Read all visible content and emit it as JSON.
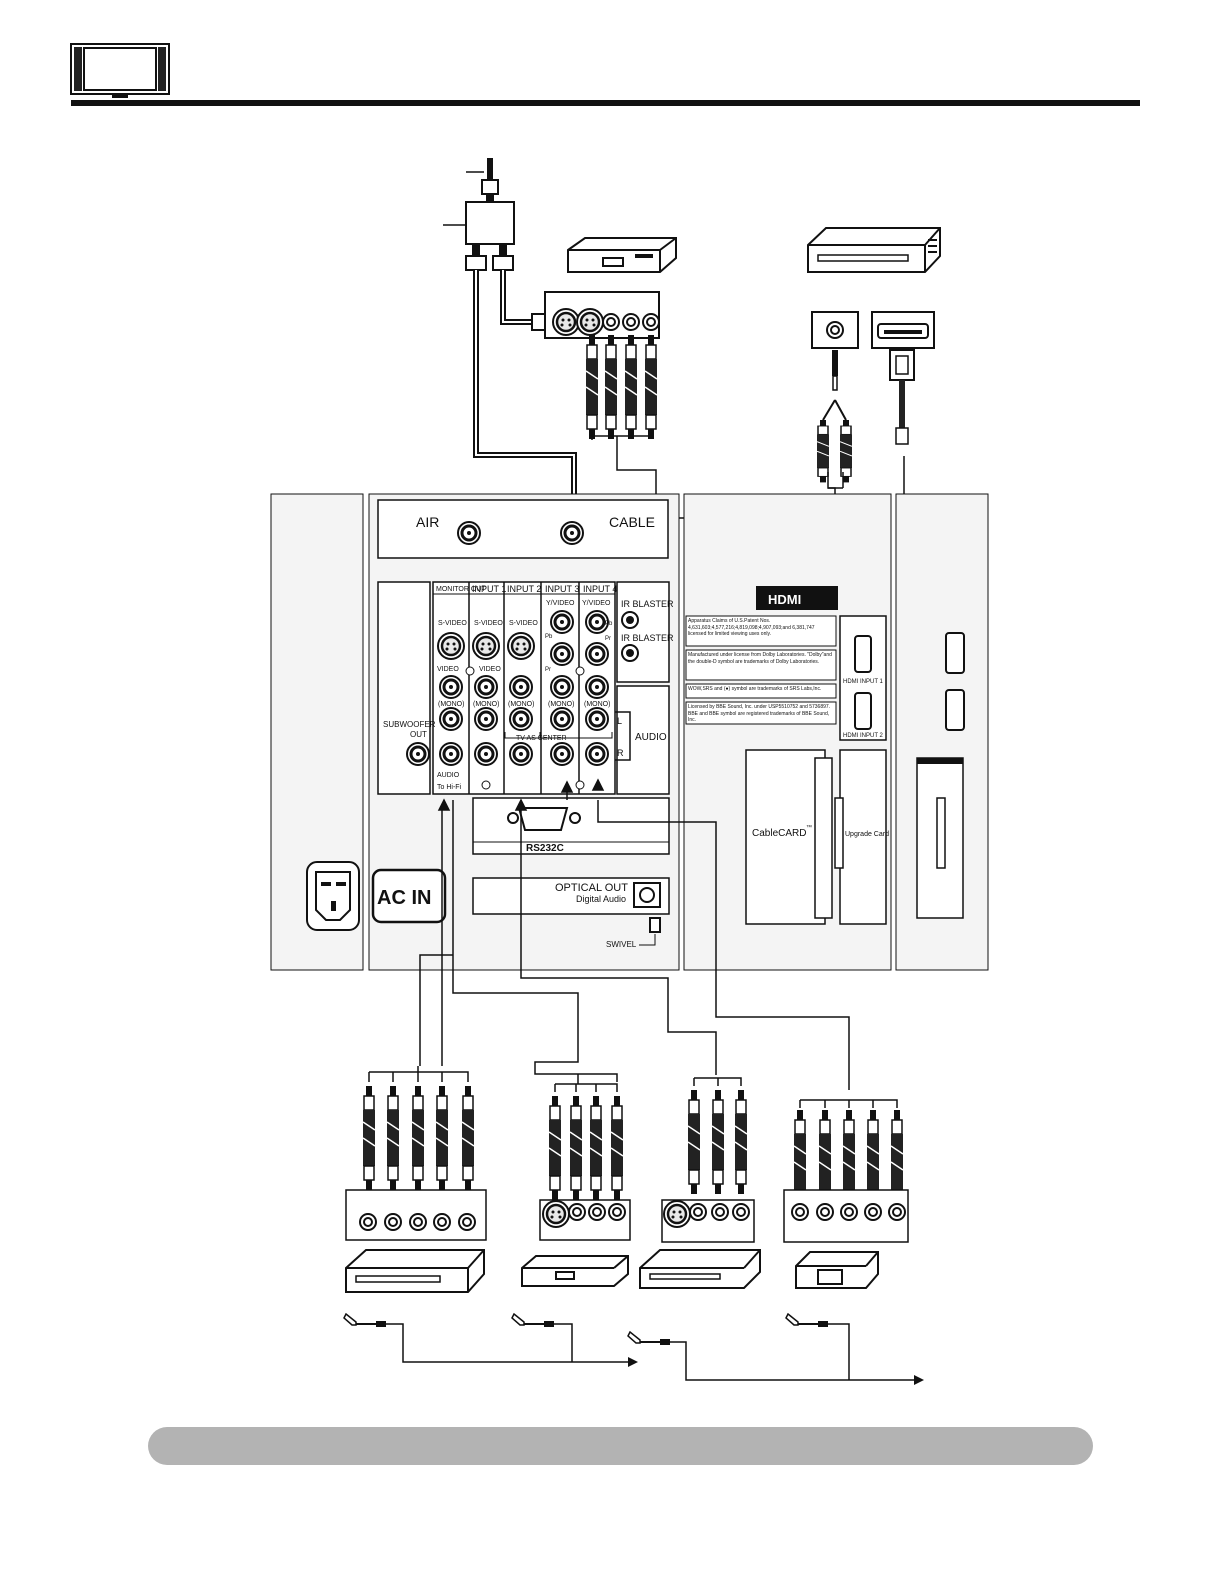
{
  "panel": {
    "air": "AIR",
    "cable": "CABLE",
    "monitor_out": "MONITOR OUT",
    "input1": "INPUT 1",
    "input2": "INPUT 2",
    "input3": "INPUT 3",
    "input4": "INPUT 4",
    "s_video": "S-VIDEO",
    "video": "VIDEO",
    "mono": "(MONO)",
    "y_video": "Y/VIDEO",
    "pb": "Pb",
    "pr": "Pr",
    "ir_blaster": "IR BLASTER",
    "audio": "AUDIO",
    "l": "L",
    "r": "R",
    "tv_as_center": "TV AS CENTER",
    "to_hifi": "To Hi-Fi",
    "subwoofer_line1": "SUBWOOFER",
    "subwoofer_line2": "OUT",
    "rs232c": "RS232C",
    "optical_out": "OPTICAL OUT",
    "digital_audio": "Digital Audio",
    "swivel": "SWIVEL",
    "ac_in": "AC IN",
    "hdmi_logo": "HDMI",
    "hdmi_input1": "HDMI INPUT 1",
    "hdmi_input2": "HDMI INPUT 2",
    "cablecard": "CableCARD",
    "tm": "™",
    "upgrade_card": "Upgrade Card",
    "notice1": "Apparatus Claims of U.S.Patent Nos. 4,631,603;4,577,216;4,819,098;4,907,093;and 6,381,747 licensed for limited viewing uses only.",
    "notice2": "Manufactured under license from Dolby Laboratories. \"Dolby\"and the double-D symbol are trademarks of Dolby Laboratories.",
    "notice3": "WOW,SRS and (●) symbol are trademarks of SRS Labs,Inc.",
    "notice4": "Licensed by BBE Sound, Inc. under USP5510752 and 5736897. BBE and BBE symbol are registered trademarks of BBE Sound, Inc."
  },
  "colors": {
    "panel_bg": "#f4f4f4",
    "line": "#111111",
    "footer_bar": "#b3b3b3"
  }
}
